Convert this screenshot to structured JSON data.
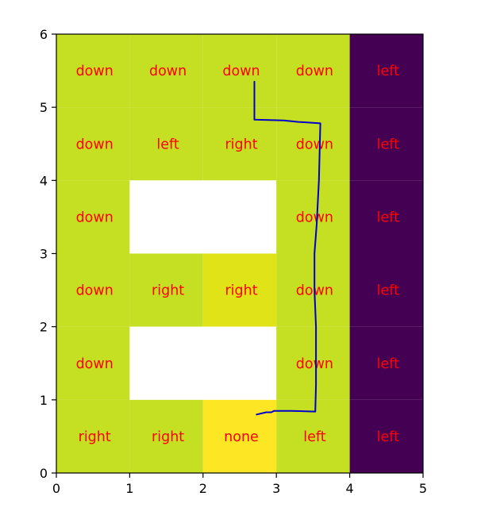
{
  "chart_data": {
    "type": "heatmap",
    "title": "",
    "xlabel": "",
    "ylabel": "",
    "xlim": [
      0,
      5
    ],
    "ylim": [
      0,
      6
    ],
    "xticks": [
      "0",
      "1",
      "2",
      "3",
      "4",
      "5"
    ],
    "yticks": [
      "0",
      "1",
      "2",
      "3",
      "4",
      "5",
      "6"
    ],
    "grid": false,
    "label_color": "#ff0000",
    "path_color": "#0000cc",
    "cells": [
      {
        "col": 0,
        "row": 5,
        "label": "down",
        "color": "#c5df22"
      },
      {
        "col": 1,
        "row": 5,
        "label": "down",
        "color": "#c5df22"
      },
      {
        "col": 2,
        "row": 5,
        "label": "down",
        "color": "#c5df22"
      },
      {
        "col": 3,
        "row": 5,
        "label": "down",
        "color": "#c5df22"
      },
      {
        "col": 4,
        "row": 5,
        "label": "left",
        "color": "#440154"
      },
      {
        "col": 0,
        "row": 4,
        "label": "down",
        "color": "#c5df22"
      },
      {
        "col": 1,
        "row": 4,
        "label": "left",
        "color": "#c5df22"
      },
      {
        "col": 2,
        "row": 4,
        "label": "right",
        "color": "#c5df22"
      },
      {
        "col": 3,
        "row": 4,
        "label": "down",
        "color": "#c5df22"
      },
      {
        "col": 4,
        "row": 4,
        "label": "left",
        "color": "#440154"
      },
      {
        "col": 0,
        "row": 3,
        "label": "down",
        "color": "#c5df22"
      },
      {
        "col": 1,
        "row": 3,
        "label": "",
        "color": "#ffffff"
      },
      {
        "col": 2,
        "row": 3,
        "label": "",
        "color": "#ffffff"
      },
      {
        "col": 3,
        "row": 3,
        "label": "down",
        "color": "#c5df22"
      },
      {
        "col": 4,
        "row": 3,
        "label": "left",
        "color": "#440154"
      },
      {
        "col": 0,
        "row": 2,
        "label": "down",
        "color": "#c5df22"
      },
      {
        "col": 1,
        "row": 2,
        "label": "right",
        "color": "#c5df22"
      },
      {
        "col": 2,
        "row": 2,
        "label": "right",
        "color": "#dfe318"
      },
      {
        "col": 3,
        "row": 2,
        "label": "down",
        "color": "#c5df22"
      },
      {
        "col": 4,
        "row": 2,
        "label": "left",
        "color": "#440154"
      },
      {
        "col": 0,
        "row": 1,
        "label": "down",
        "color": "#c5df22"
      },
      {
        "col": 1,
        "row": 1,
        "label": "",
        "color": "#ffffff"
      },
      {
        "col": 2,
        "row": 1,
        "label": "",
        "color": "#ffffff"
      },
      {
        "col": 3,
        "row": 1,
        "label": "down",
        "color": "#c5df22"
      },
      {
        "col": 4,
        "row": 1,
        "label": "left",
        "color": "#440154"
      },
      {
        "col": 0,
        "row": 0,
        "label": "right",
        "color": "#c5df22"
      },
      {
        "col": 1,
        "row": 0,
        "label": "right",
        "color": "#c5df22"
      },
      {
        "col": 2,
        "row": 0,
        "label": "none",
        "color": "#fde725"
      },
      {
        "col": 3,
        "row": 0,
        "label": "left",
        "color": "#c5df22"
      },
      {
        "col": 4,
        "row": 0,
        "label": "left",
        "color": "#440154"
      }
    ],
    "path": [
      [
        2.7,
        5.35
      ],
      [
        2.7,
        4.83
      ],
      [
        3.1,
        4.82
      ],
      [
        3.3,
        4.8
      ],
      [
        3.6,
        4.78
      ],
      [
        3.58,
        4.0
      ],
      [
        3.55,
        3.4
      ],
      [
        3.52,
        3.0
      ],
      [
        3.52,
        2.5
      ],
      [
        3.54,
        2.0
      ],
      [
        3.54,
        1.5
      ],
      [
        3.54,
        1.2
      ],
      [
        3.53,
        0.84
      ],
      [
        3.2,
        0.85
      ],
      [
        2.97,
        0.85
      ],
      [
        2.93,
        0.83
      ],
      [
        2.86,
        0.83
      ],
      [
        2.73,
        0.8
      ]
    ]
  }
}
